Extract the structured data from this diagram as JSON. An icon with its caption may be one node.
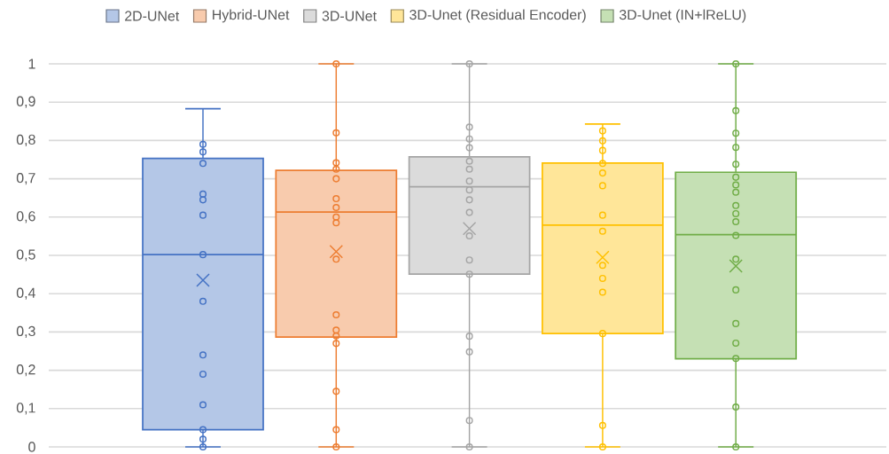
{
  "diagram": {
    "labels": [
      "1",
      "0,9",
      "0,8",
      "0,7",
      "0,6",
      "0,5",
      "0,4",
      "0,3",
      "0,2",
      "0,1",
      "0"
    ],
    "legend": [
      {
        "text": "2D-UNet",
        "color": "#b4c7e7"
      },
      {
        "text": "Hybrid-UNet",
        "color": "#f8cbad"
      },
      {
        "text": "3D-UNet",
        "color": "#dbdbdb"
      },
      {
        "text": "3D-Unet (Residual Encoder)",
        "color": "#ffe699"
      },
      {
        "text": "3D-Unet (IN+lReLU)",
        "color": "#c5e0b4"
      }
    ]
  }
}
